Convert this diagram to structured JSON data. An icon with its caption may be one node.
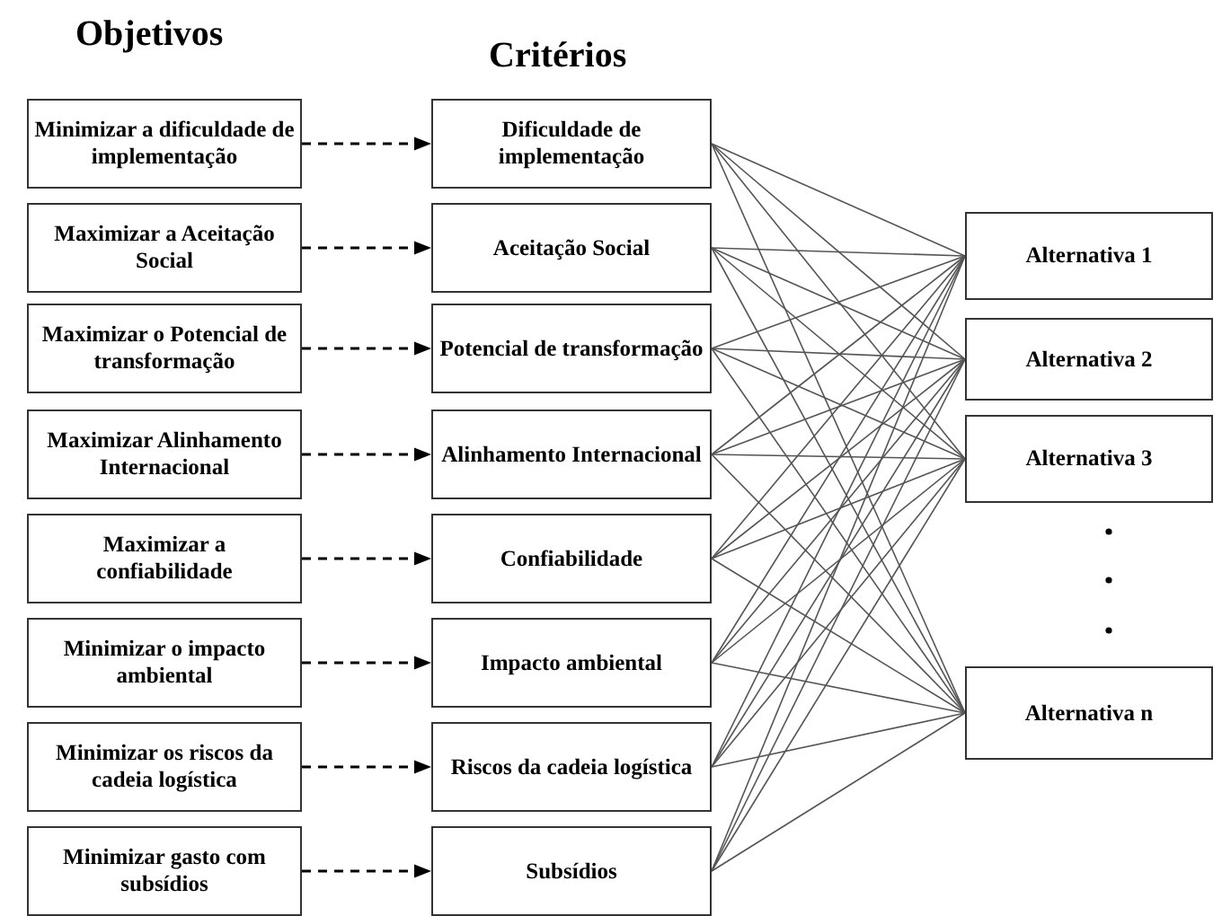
{
  "diagram": {
    "nodes": [
      {
        "text": [
          "Minimizar a dificuldade de implementação"
        ]
      },
      {
        "text": [
          "Maximizar a Aceitação Social"
        ]
      },
      {
        "text": [
          "Maximizar o Potencial de transformação"
        ]
      },
      {
        "text": [
          "Maximizar Alinhamento Internacional"
        ]
      },
      {
        "text": [
          "Maximizar a confiabilidade"
        ]
      },
      {
        "text": [
          "Minimizar o impacto ambiental"
        ]
      },
      {
        "text": [
          "Minimizar os riscos da cadeia logística"
        ]
      },
      {
        "text": [
          "Minimizar gasto com subsídios"
        ]
      },
      {
        "text": [
          "Dificuldade de implementação"
        ]
      },
      {
        "text": [
          "Aceitação Social"
        ]
      },
      {
        "text": [
          "Potencial de transformação"
        ]
      },
      {
        "text": [
          "Alinhamento Internacional"
        ]
      },
      {
        "text": [
          "Confiabilidade"
        ]
      },
      {
        "text": [
          "Impacto ambiental"
        ]
      },
      {
        "text": [
          "Riscos da cadeia logística"
        ]
      },
      {
        "text": [
          "Subsídios"
        ]
      },
      {
        "text": [
          "Alternativa 1"
        ]
      },
      {
        "text": [
          "Alternativa 2"
        ]
      },
      {
        "text": [
          "Alternativa 3"
        ]
      },
      {
        "text": [
          "Alternativa n"
        ]
      }
    ],
    "edges": [
      {
        "from": 0,
        "to": 8,
        "arrow": "to",
        "style": "dashed"
      },
      {
        "from": 1,
        "to": 9,
        "arrow": "to",
        "style": "dashed"
      },
      {
        "from": 2,
        "to": 10,
        "arrow": "to",
        "style": "dashed"
      },
      {
        "from": 3,
        "to": 11,
        "arrow": "to",
        "style": "dashed"
      },
      {
        "from": 4,
        "to": 12,
        "arrow": "to",
        "style": "dashed"
      },
      {
        "from": 5,
        "to": 13,
        "arrow": "to",
        "style": "dashed"
      },
      {
        "from": 6,
        "to": 14,
        "arrow": "to",
        "style": "dashed"
      },
      {
        "from": 7,
        "to": 15,
        "arrow": "to",
        "style": "dashed"
      },
      {
        "from": 8,
        "to": 16,
        "arrow": "none"
      },
      {
        "from": 8,
        "to": 17,
        "arrow": "none"
      },
      {
        "from": 8,
        "to": 18,
        "arrow": "none"
      },
      {
        "from": 8,
        "to": 19,
        "arrow": "none"
      },
      {
        "from": 9,
        "to": 16,
        "arrow": "none"
      },
      {
        "from": 9,
        "to": 17,
        "arrow": "none"
      },
      {
        "from": 9,
        "to": 18,
        "arrow": "none"
      },
      {
        "from": 9,
        "to": 19,
        "arrow": "none"
      },
      {
        "from": 10,
        "to": 16,
        "arrow": "none"
      },
      {
        "from": 10,
        "to": 17,
        "arrow": "none"
      },
      {
        "from": 10,
        "to": 18,
        "arrow": "none"
      },
      {
        "from": 10,
        "to": 19,
        "arrow": "none"
      },
      {
        "from": 11,
        "to": 16,
        "arrow": "none"
      },
      {
        "from": 11,
        "to": 17,
        "arrow": "none"
      },
      {
        "from": 11,
        "to": 18,
        "arrow": "none"
      },
      {
        "from": 11,
        "to": 19,
        "arrow": "none"
      },
      {
        "from": 12,
        "to": 16,
        "arrow": "none"
      },
      {
        "from": 12,
        "to": 17,
        "arrow": "none"
      },
      {
        "from": 12,
        "to": 18,
        "arrow": "none"
      },
      {
        "from": 12,
        "to": 19,
        "arrow": "none"
      },
      {
        "from": 13,
        "to": 16,
        "arrow": "none"
      },
      {
        "from": 13,
        "to": 17,
        "arrow": "none"
      },
      {
        "from": 13,
        "to": 18,
        "arrow": "none"
      },
      {
        "from": 13,
        "to": 19,
        "arrow": "none"
      },
      {
        "from": 14,
        "to": 16,
        "arrow": "none"
      },
      {
        "from": 14,
        "to": 17,
        "arrow": "none"
      },
      {
        "from": 14,
        "to": 18,
        "arrow": "none"
      },
      {
        "from": 14,
        "to": 19,
        "arrow": "none"
      },
      {
        "from": 15,
        "to": 16,
        "arrow": "none"
      },
      {
        "from": 15,
        "to": 17,
        "arrow": "none"
      },
      {
        "from": 15,
        "to": 18,
        "arrow": "none"
      },
      {
        "from": 15,
        "to": 19,
        "arrow": "none"
      }
    ],
    "labels": [
      "Objetivos",
      "Critérios"
    ]
  }
}
